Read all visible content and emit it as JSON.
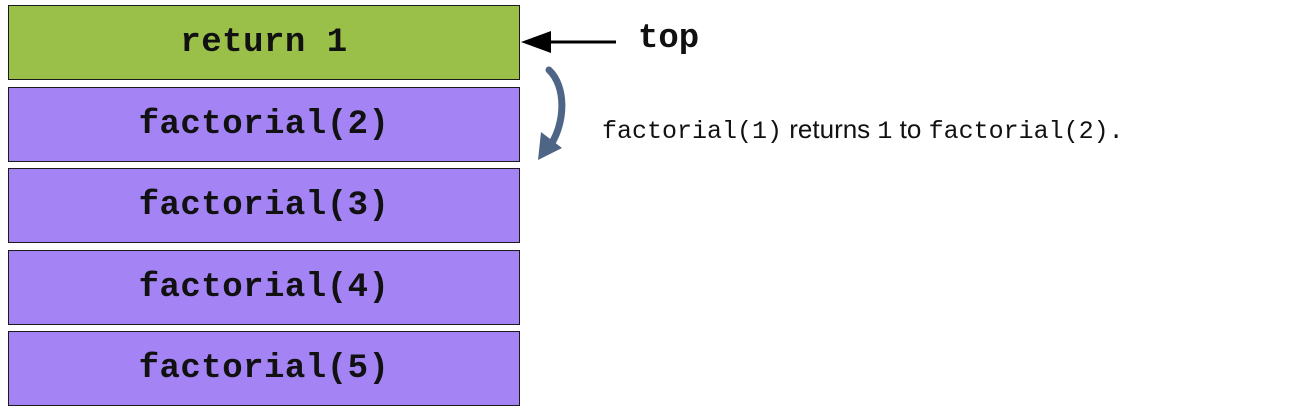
{
  "stack": {
    "frames": [
      {
        "label": "return 1",
        "state": "top"
      },
      {
        "label": "factorial(2)",
        "state": "call"
      },
      {
        "label": "factorial(3)",
        "state": "call"
      },
      {
        "label": "factorial(4)",
        "state": "call"
      },
      {
        "label": "factorial(5)",
        "state": "call"
      }
    ]
  },
  "pointer": {
    "label": "top"
  },
  "caption": {
    "caller": "factorial(1)",
    "verb": "returns",
    "value": "1",
    "prep": "to",
    "target": "factorial(2)."
  },
  "colors": {
    "top_frame": "#9bc04a",
    "call_frame": "#a484f4",
    "return_arrow": "#4f6585",
    "pointer_arrow": "#000000"
  },
  "icons": {
    "pointer": "left-arrow-icon",
    "return": "curved-down-arrow-icon"
  }
}
